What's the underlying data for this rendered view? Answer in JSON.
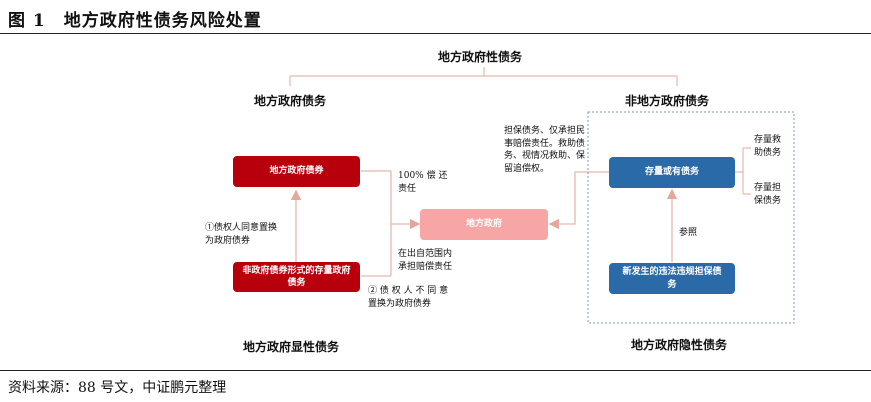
{
  "figure": {
    "title": "图 1　地方政府性债务风险处置",
    "source": "资料来源：88 号文，中证鹏元整理"
  },
  "diagram": {
    "root": "地方政府性债务",
    "branch_left": "地方政府债务",
    "branch_right": "非地方政府债务",
    "bottom_left": "地方政府显性债务",
    "bottom_right": "地方政府隐性债务",
    "boxes": {
      "gov_bond": "地方政府债券",
      "non_bond": "非政府债券形式的存量政府债务",
      "local_gov": "地方政府",
      "stock_hidden": "存量或有债务",
      "new_illegal": "新发生的违法违规担保债务"
    },
    "notes": {
      "full_repay": [
        "100% 偿 还",
        "责任"
      ],
      "consent_swap": [
        "①债权人同意置换",
        "为政府债券"
      ],
      "no_consent": [
        "② 债 权 人 不 同 意",
        "置换为政府债券"
      ],
      "limited": [
        "在出自范围内",
        "承担赔偿责任"
      ],
      "guarantee": [
        "担保债务、仅承担民",
        "事赔偿责任。救助债",
        "务、视情况救助、保",
        "留追偿权。"
      ],
      "stock_guarantee": [
        "存量救",
        "助债务"
      ],
      "stock_rescue": [
        "存量担",
        "保债务"
      ],
      "reference": "参照"
    },
    "colors": {
      "red": "#b8000d",
      "pink": "#f7a6a6",
      "blue": "#2a6aa8",
      "line": "#e8b7ae"
    }
  }
}
